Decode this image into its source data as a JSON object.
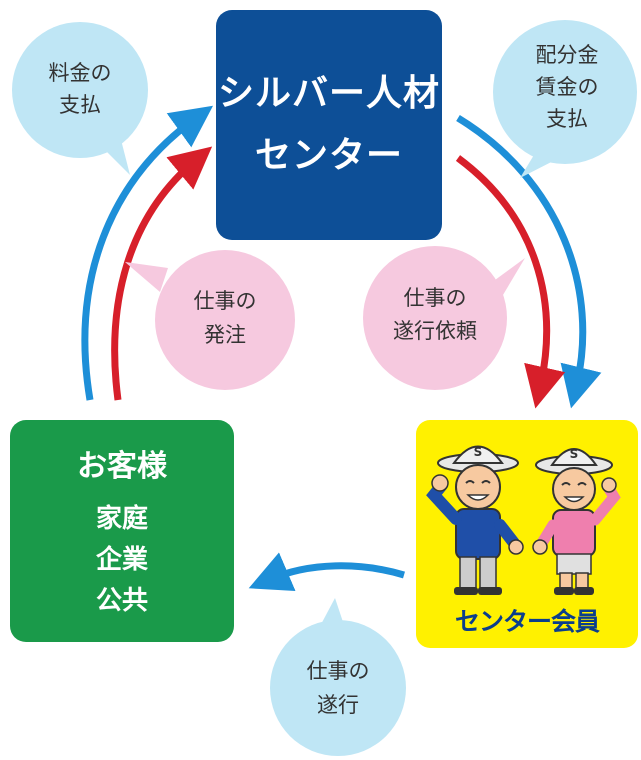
{
  "center": {
    "line1": "シルバー人材",
    "line2": "センター"
  },
  "customer": {
    "heading": "お客様",
    "items": [
      "家庭",
      "企業",
      "公共"
    ]
  },
  "member": {
    "label": "センター会員",
    "cap_letter": "S"
  },
  "bubbles": {
    "fee_payment": [
      "料金の",
      "支払"
    ],
    "wage_payment": [
      "配分金",
      "賃金の",
      "支払"
    ],
    "work_order": [
      "仕事の",
      "発注"
    ],
    "work_request": [
      "仕事の",
      "遂行依頼"
    ],
    "work_execution": [
      "仕事の",
      "遂行"
    ]
  },
  "colors": {
    "blue_arrow": "#1e8fd8",
    "red_arrow": "#d71f2a",
    "blue_bubble": "#bfe6f5",
    "pink_bubble": "#f6c9df",
    "navy": "#0d4f97",
    "green": "#1a9a4a",
    "yellow": "#fff100"
  }
}
